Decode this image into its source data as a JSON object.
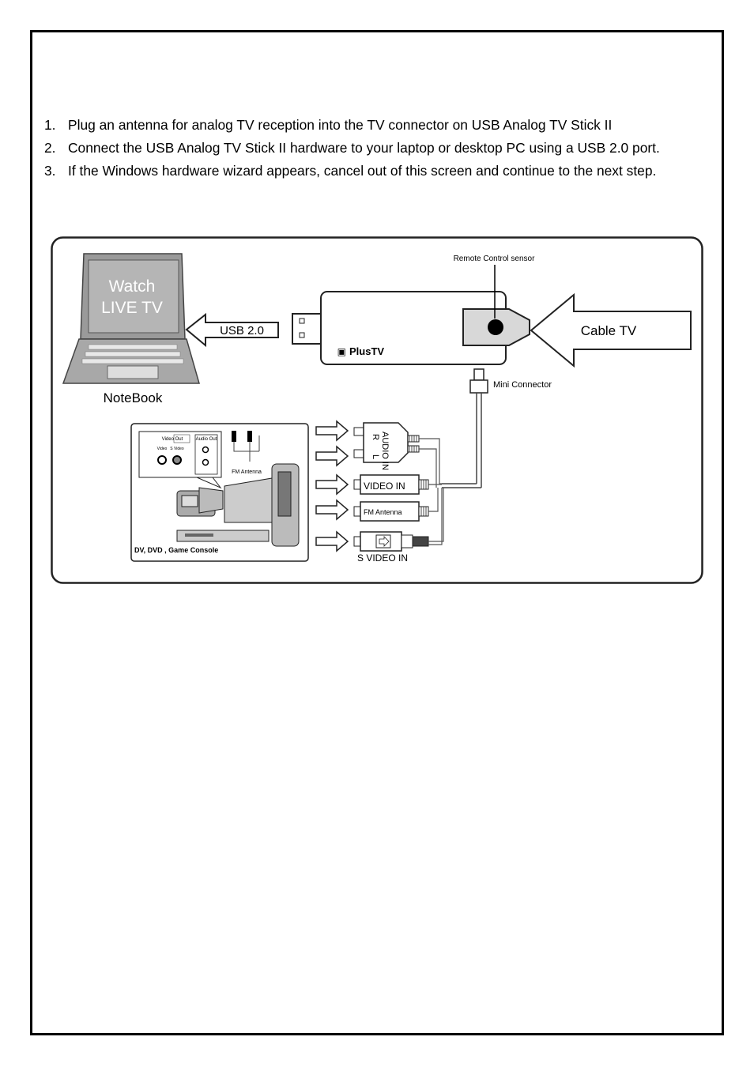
{
  "steps": [
    {
      "num": "1.",
      "text": "Plug an antenna for analog TV reception into the TV connector on USB Analog TV Stick II"
    },
    {
      "num": "2.",
      "text": "Connect the USB Analog TV Stick II hardware to your laptop or desktop PC using a USB 2.0 port."
    },
    {
      "num": "3.",
      "text": "If the Windows hardware wizard appears, cancel out of this screen and continue to the next step."
    }
  ],
  "diagram": {
    "screen_line1": "Watch",
    "screen_line2": "LIVE TV",
    "notebook_label": "NoteBook",
    "usb_label": "USB 2.0",
    "remote_sensor_label": "Remote Control sensor",
    "brand": "PlusTV",
    "cable_label": "Cable TV",
    "mini_connector_label": "Mini Connector",
    "video_out": "Video Out",
    "audio_out": "Audio Out",
    "video": "Video",
    "s_video": "S Video",
    "fm_antenna_small": "FM Antenna",
    "devices_label": "DV, DVD , Game Console",
    "audio_l": "L",
    "audio_r": "R",
    "audio_in": "AUDIO IN",
    "video_in": "VIDEO IN",
    "fm_antenna": "FM Antenna",
    "s_video_in": "S VIDEO IN"
  }
}
